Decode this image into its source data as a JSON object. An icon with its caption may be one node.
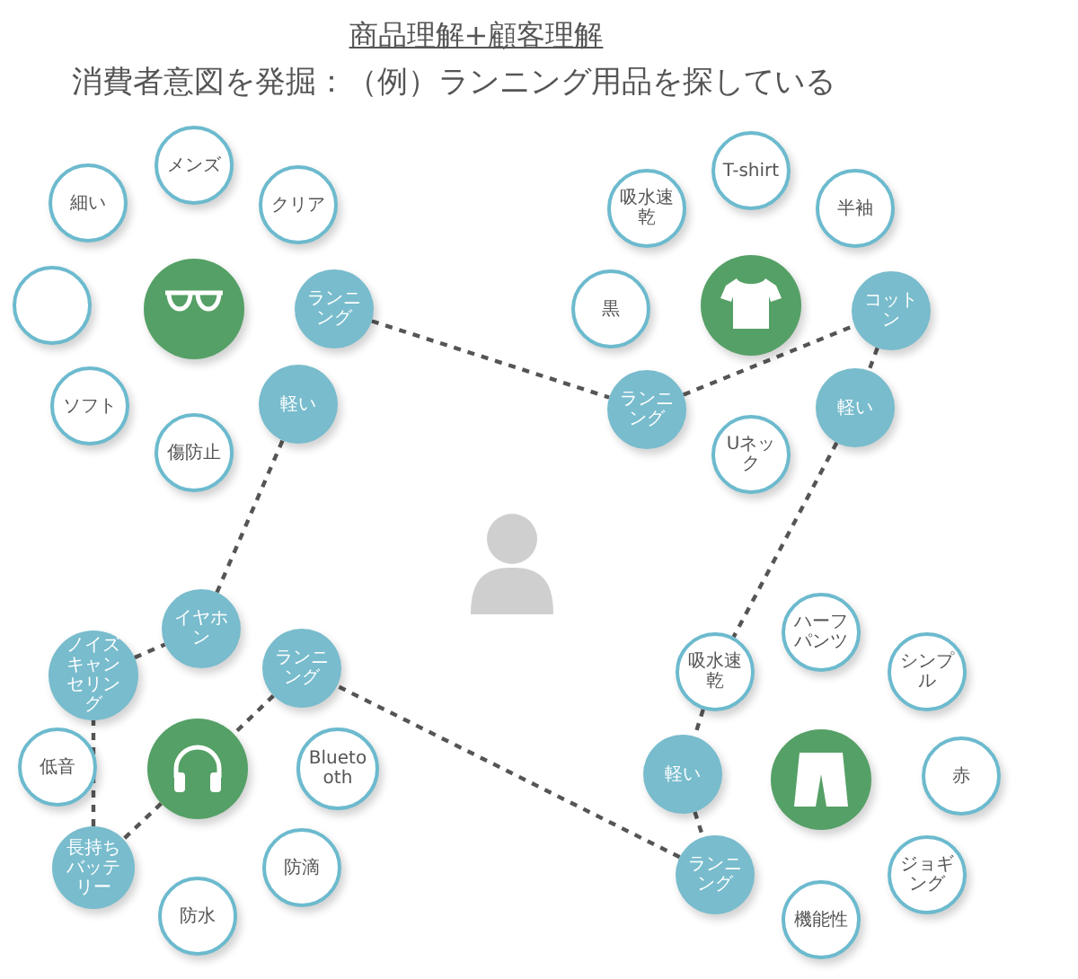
{
  "diagram": {
    "title": "商品理解+顧客理解",
    "nodes": [
      {
        "text": [],
        "shape": "circle"
      },
      {
        "text": [
          "メンズ"
        ]
      },
      {
        "text": [
          "細い"
        ]
      },
      {
        "text": [
          "クリア"
        ]
      },
      {
        "text": [],
        "shape": "circle"
      },
      {
        "text": [
          "ランニング"
        ]
      },
      {
        "text": [
          "ソフト"
        ]
      },
      {
        "text": [
          "軽い"
        ]
      },
      {
        "text": [
          "傷防止"
        ]
      },
      {
        "text": [
          "吸水速乾"
        ]
      },
      {
        "text": [
          "T-shirt"
        ]
      },
      {
        "text": [
          "半袖"
        ]
      },
      {
        "text": [
          "黒"
        ]
      },
      {
        "text": [],
        "shape": "circle"
      },
      {
        "text": [
          "コットン"
        ]
      },
      {
        "text": [
          "ランニング"
        ]
      },
      {
        "text": [
          "Uネック"
        ]
      },
      {
        "text": [
          "軽い"
        ]
      },
      {
        "text": [
          "イヤホン"
        ]
      },
      {
        "text": [
          "ノイズキャンセリング"
        ]
      },
      {
        "text": [
          "ランニング"
        ]
      },
      {
        "text": [
          "低音"
        ]
      },
      {
        "text": [],
        "shape": "circle"
      },
      {
        "text": [
          "Bluetooth"
        ]
      },
      {
        "text": [
          "長持ちバッテリー"
        ]
      },
      {
        "text": [
          "防滴"
        ]
      },
      {
        "text": [
          "防水"
        ]
      },
      {
        "text": [
          "ハーフパンツ"
        ]
      },
      {
        "text": [
          "吸水速乾"
        ]
      },
      {
        "text": [
          "シンプル"
        ]
      },
      {
        "text": [
          "軽い"
        ]
      },
      {
        "text": [],
        "shape": "circle"
      },
      {
        "text": [
          "赤"
        ]
      },
      {
        "text": [
          "ランニング"
        ]
      },
      {
        "text": [
          "ジョギング"
        ]
      },
      {
        "text": [
          "機能性"
        ]
      }
    ],
    "edges": [
      {
        "from": 5,
        "to": 15,
        "arrow": "none",
        "style": "dashed"
      },
      {
        "from": 15,
        "to": 14,
        "arrow": "none",
        "style": "dashed"
      },
      {
        "from": 14,
        "to": 17,
        "arrow": "none",
        "style": "dashed"
      },
      {
        "from": 17,
        "to": 28,
        "arrow": "none",
        "style": "dashed"
      },
      {
        "from": 28,
        "to": 30,
        "arrow": "none",
        "style": "dashed"
      },
      {
        "from": 30,
        "to": 33,
        "arrow": "none",
        "style": "dashed"
      },
      {
        "from": 33,
        "to": 20,
        "arrow": "none",
        "style": "dashed"
      },
      {
        "from": 20,
        "to": 22,
        "arrow": "none",
        "style": "dashed"
      },
      {
        "from": 22,
        "to": 24,
        "arrow": "none",
        "style": "dashed"
      },
      {
        "from": 24,
        "to": 19,
        "arrow": "none",
        "style": "dashed"
      },
      {
        "from": 19,
        "to": 18,
        "arrow": "none",
        "style": "dashed"
      },
      {
        "from": 18,
        "to": 7,
        "arrow": "none",
        "style": "dashed"
      }
    ],
    "labels": [
      "消費者意図を発掘：（例）ランニング用品を探している"
    ]
  }
}
